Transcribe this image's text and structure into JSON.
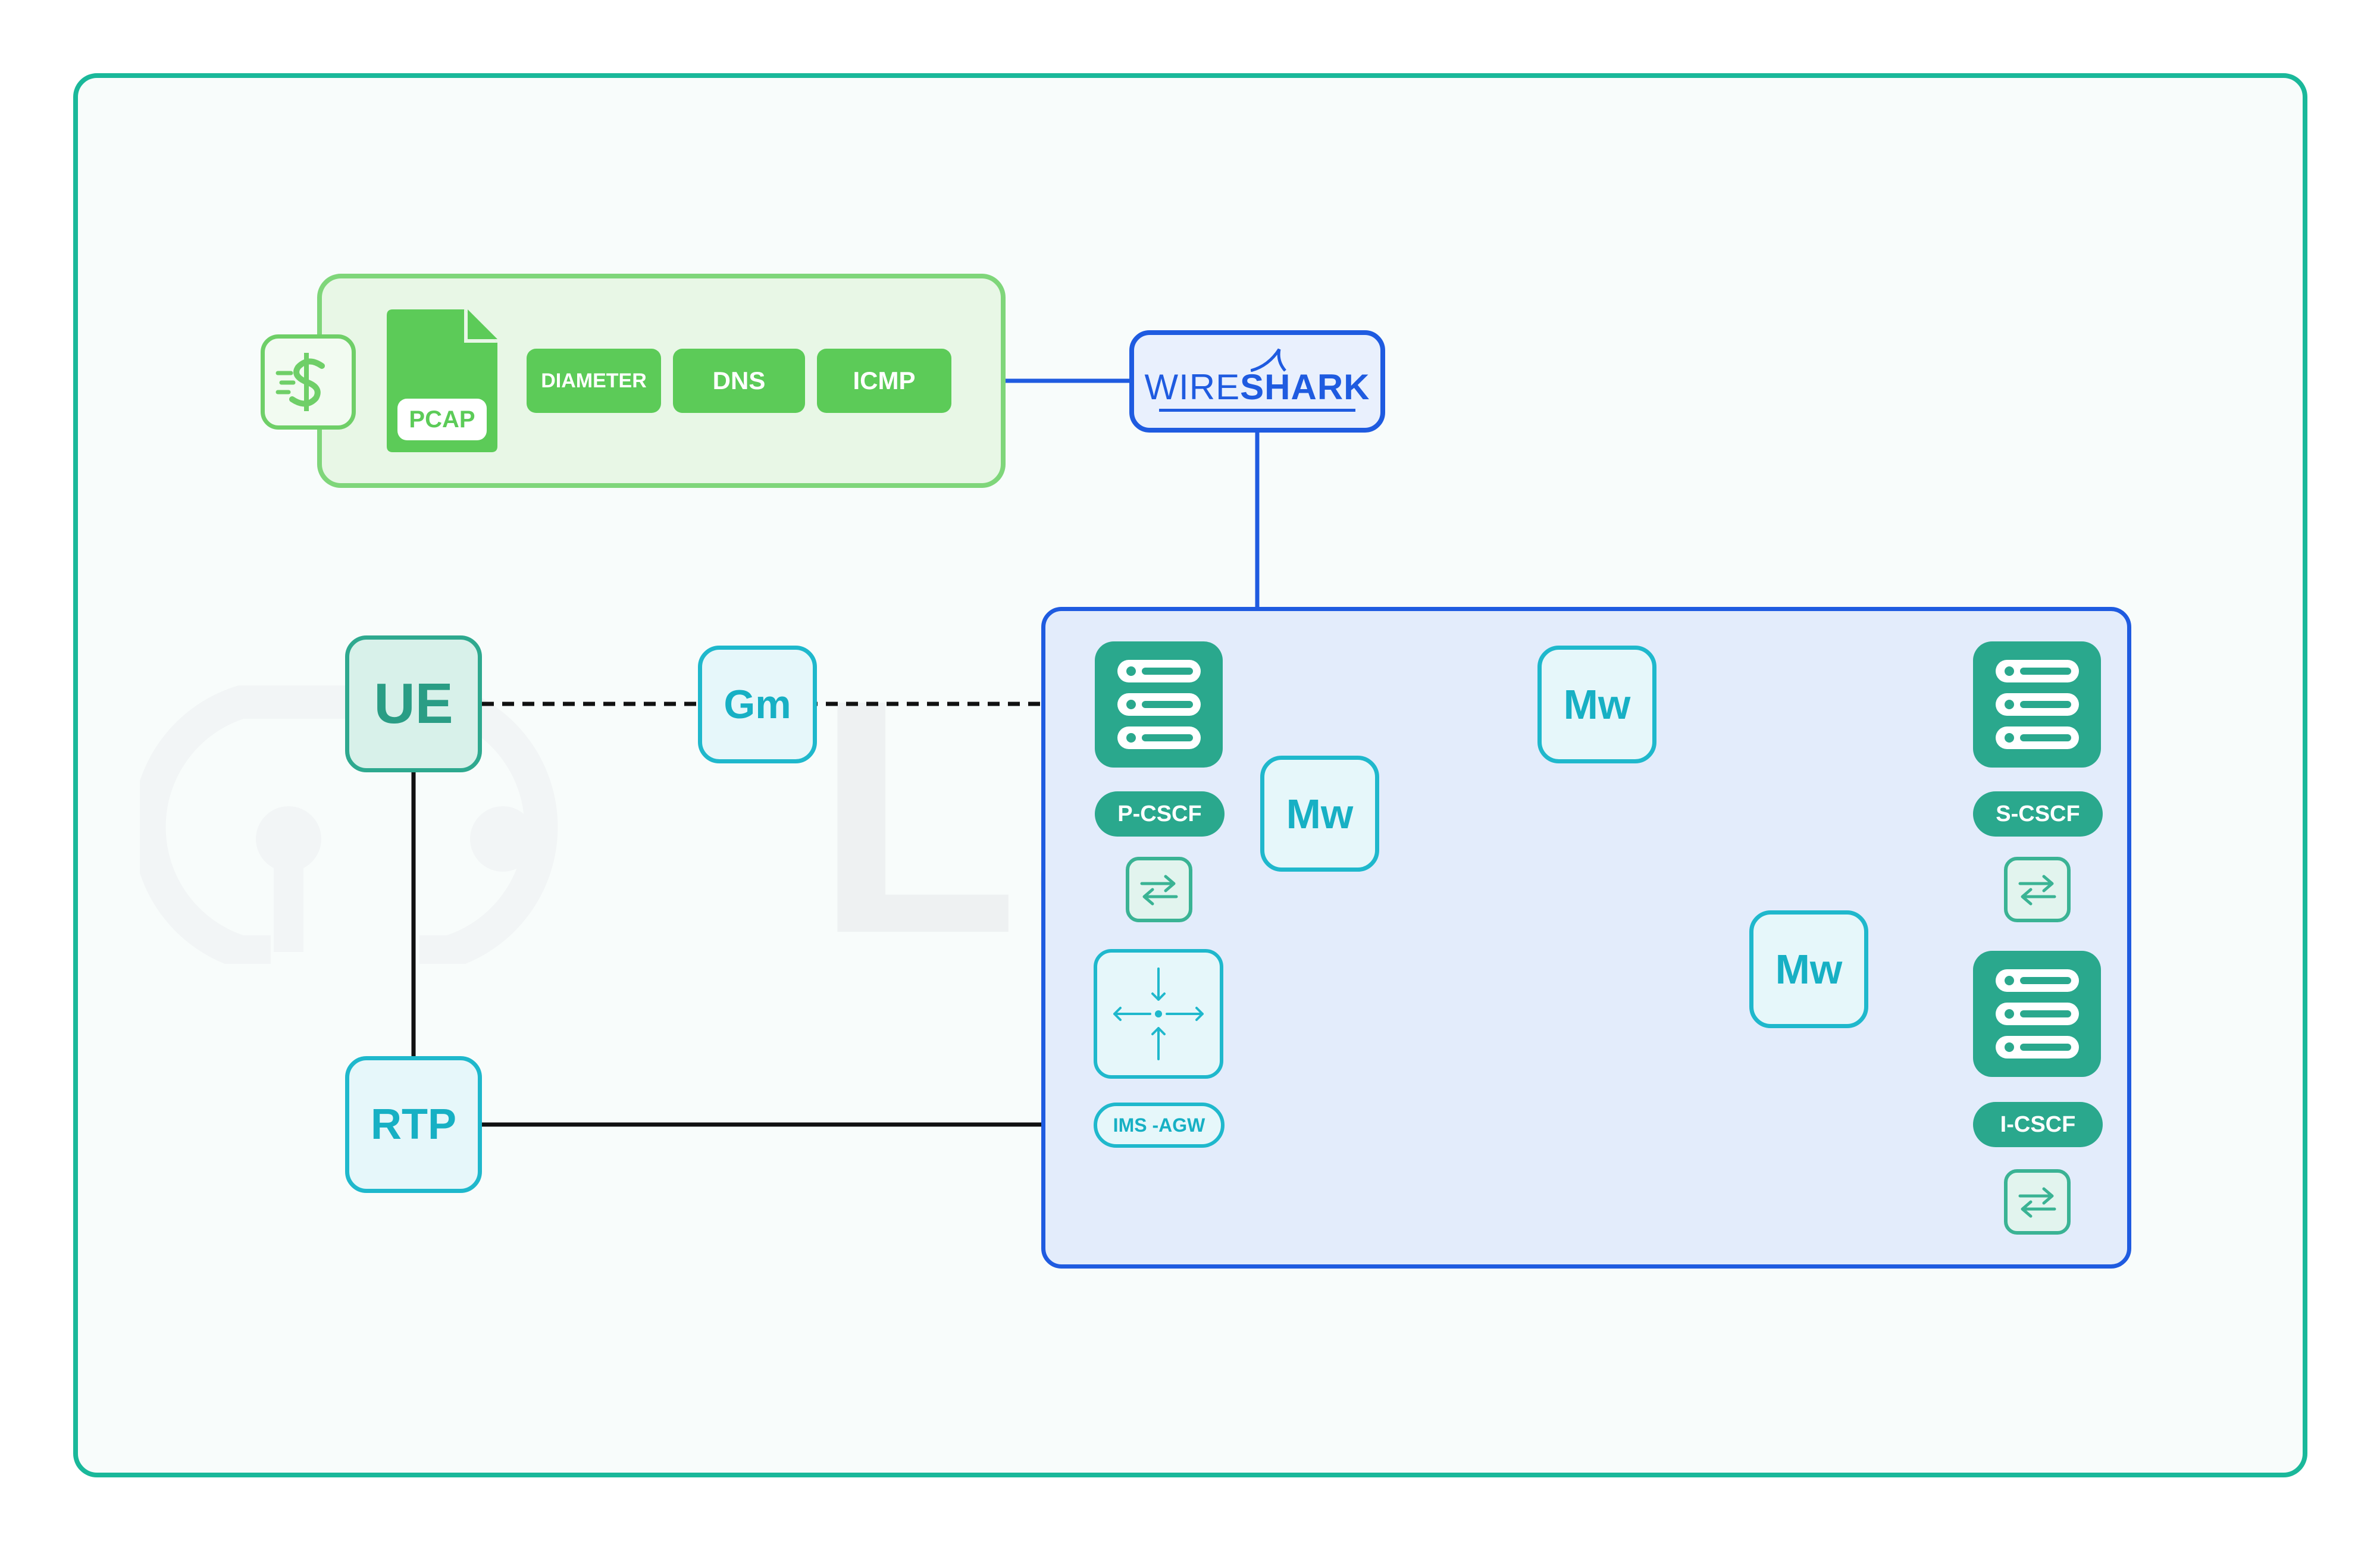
{
  "colors": {
    "frame": "#1ab89a",
    "green": "#5ccb58",
    "wireshark_blue": "#1f5be0",
    "cyan": "#1fb8cc",
    "teal": "#2aa88d"
  },
  "watermark": {
    "text": "Lae"
  },
  "capture": {
    "file_label": "PCAP",
    "protocols": [
      "DIAMETER",
      "DNS",
      "ICMP"
    ],
    "side_icon": "dollar-speed-icon"
  },
  "wireshark": {
    "prefix": "WIRE",
    "suffix": "SHARK"
  },
  "nodes": {
    "ue": "UE",
    "rtp": "RTP",
    "gm": "Gm",
    "mw_top": "Mw",
    "mw_left": "Mw",
    "mw_right": "Mw"
  },
  "ims": {
    "p_cscf": "P-CSCF",
    "s_cscf": "S-CSCF",
    "i_cscf": "I-CSCF",
    "agw": "IMS -AGW"
  }
}
